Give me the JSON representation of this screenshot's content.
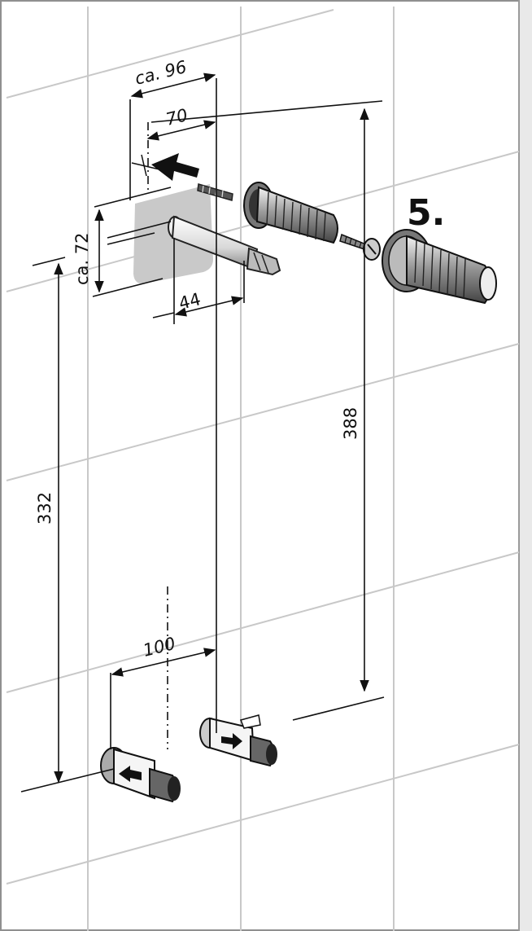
{
  "step_label": "5.",
  "dimensions": {
    "ca96": "ca. 96",
    "d70": "70",
    "ca72": "ca. 72",
    "d44": "44",
    "d388": "388",
    "d332": "332",
    "d100": "100"
  },
  "colors": {
    "frame": "#8f8f8f",
    "tile_line": "#c8c8c8",
    "ink": "#111111",
    "plate": "#c9c9c9"
  }
}
